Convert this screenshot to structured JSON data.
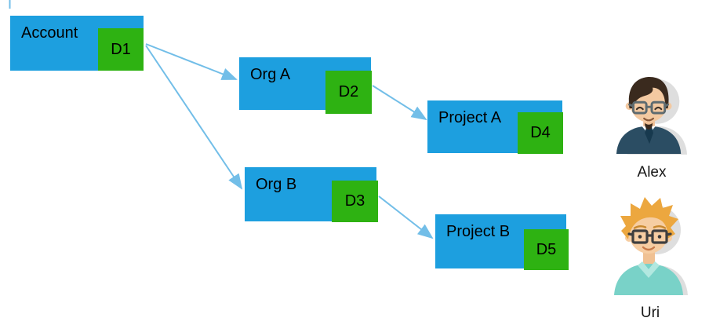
{
  "diagram": {
    "nodes": [
      {
        "id": "account",
        "label": "Account",
        "badge": "D1"
      },
      {
        "id": "org-a",
        "label": "Org A",
        "badge": "D2"
      },
      {
        "id": "org-b",
        "label": "Org B",
        "badge": "D3"
      },
      {
        "id": "project-a",
        "label": "Project A",
        "badge": "D4"
      },
      {
        "id": "project-b",
        "label": "Project B",
        "badge": "D5"
      }
    ],
    "edges": [
      {
        "from": "D1",
        "to": "Org A"
      },
      {
        "from": "D1",
        "to": "Org B"
      },
      {
        "from": "D2",
        "to": "Project A"
      },
      {
        "from": "D3",
        "to": "Project B"
      }
    ],
    "users": [
      {
        "name": "Alex"
      },
      {
        "name": "Uri"
      }
    ],
    "colors": {
      "node_fill": "#1D9FDF",
      "badge_fill": "#2EB212",
      "edge": "#72BEE8"
    }
  }
}
